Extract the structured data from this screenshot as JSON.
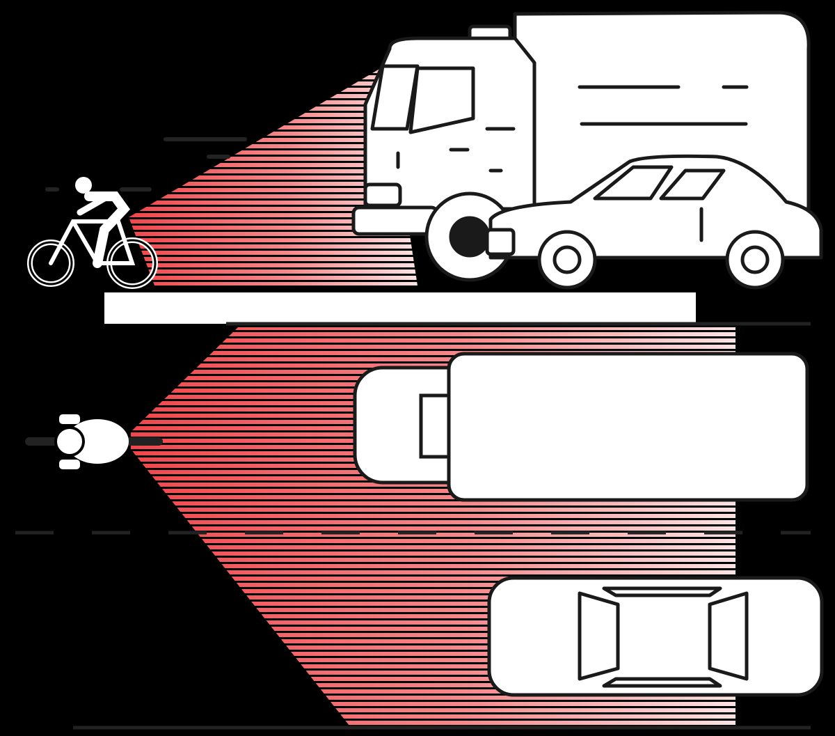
{
  "colors": {
    "background": "#000000",
    "sensor_red": "#f0464b",
    "sensor_fade": "#fbe3e3",
    "vehicle_fill": "#ffffff",
    "outline": "#1a1a1a"
  },
  "scenes": [
    {
      "name": "side-view",
      "subjects": [
        "cyclist",
        "truck",
        "car"
      ]
    },
    {
      "name": "top-view",
      "subjects": [
        "motorcyclist",
        "truck",
        "car"
      ]
    }
  ]
}
